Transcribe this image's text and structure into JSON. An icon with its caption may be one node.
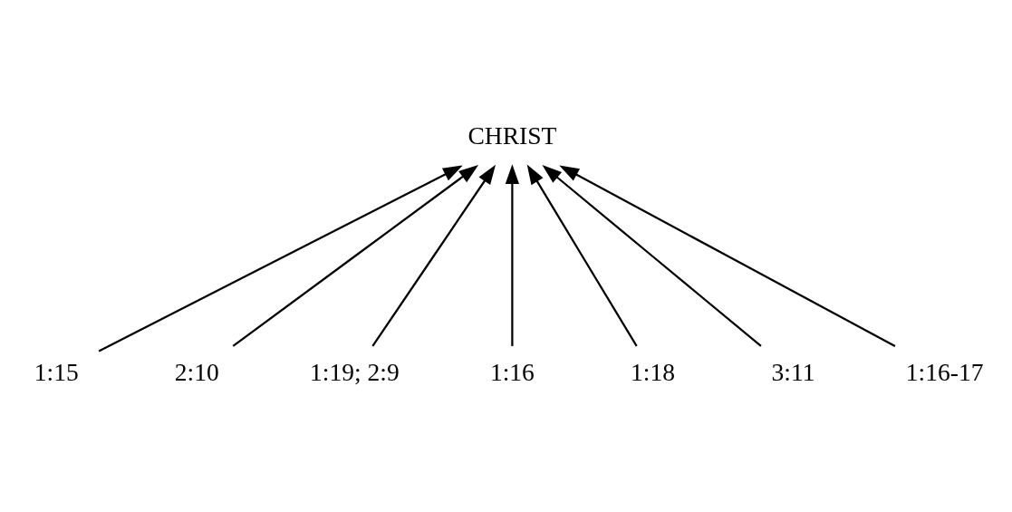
{
  "diagram": {
    "nodes": [
      {
        "text": [
          "CHRIST"
        ]
      },
      {
        "text": [
          "1:15"
        ]
      },
      {
        "text": [
          "2:10"
        ]
      },
      {
        "text": [
          "1:19; 2:9"
        ]
      },
      {
        "text": [
          "1:16"
        ]
      },
      {
        "text": [
          "1:18"
        ]
      },
      {
        "text": [
          "3:11"
        ]
      },
      {
        "text": [
          "1:16-17"
        ]
      }
    ],
    "edges": [
      {
        "from": 1,
        "to": 0,
        "arrow": "to"
      },
      {
        "from": 2,
        "to": 0,
        "arrow": "to"
      },
      {
        "from": 3,
        "to": 0,
        "arrow": "to"
      },
      {
        "from": 4,
        "to": 0,
        "arrow": "to"
      },
      {
        "from": 5,
        "to": 0,
        "arrow": "to"
      },
      {
        "from": 6,
        "to": 0,
        "arrow": "to"
      },
      {
        "from": 7,
        "to": 0,
        "arrow": "to"
      }
    ]
  }
}
